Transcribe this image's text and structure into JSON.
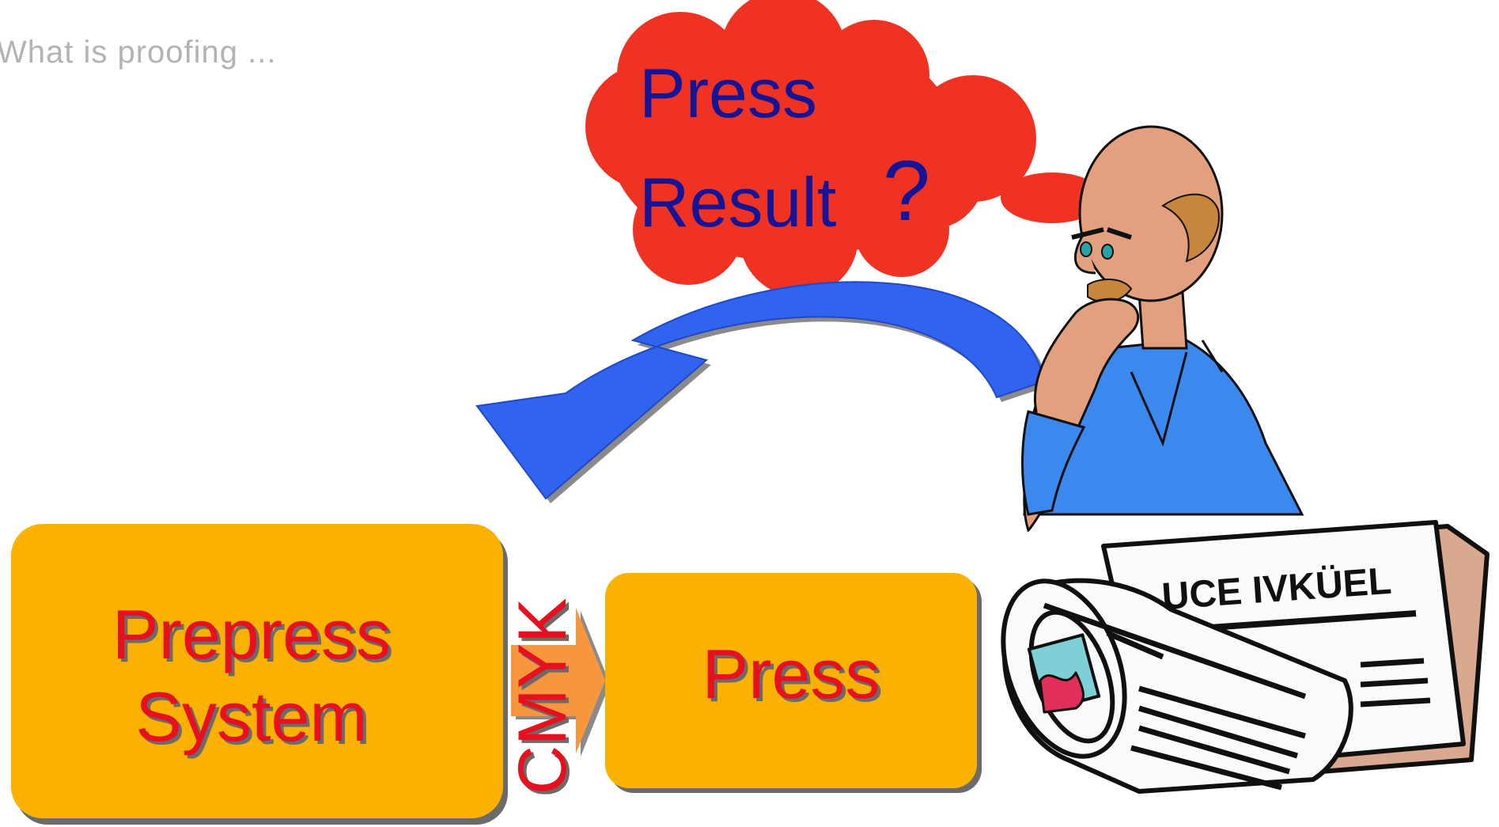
{
  "slide": {
    "title": "What is proofing ..."
  },
  "thought_bubble": {
    "line1": "Press",
    "line2": "Result",
    "mark": "?"
  },
  "prepress_box": {
    "line1": "Prepress",
    "line2": "System"
  },
  "cmyk_label": "CMYK",
  "press_box": {
    "label": "Press"
  },
  "newspaper": {
    "masthead": "UCE IVKÜEL"
  },
  "colors": {
    "box_fill": "#fbb100",
    "box_text": "#e8101e",
    "bubble_fill": "#f03223",
    "bubble_text": "#141496",
    "arrow_blue": "#2f63f0",
    "cmyk_arrow": "#f8963e",
    "shirt_blue": "#3b89ee",
    "skin": "#e3a07e"
  }
}
